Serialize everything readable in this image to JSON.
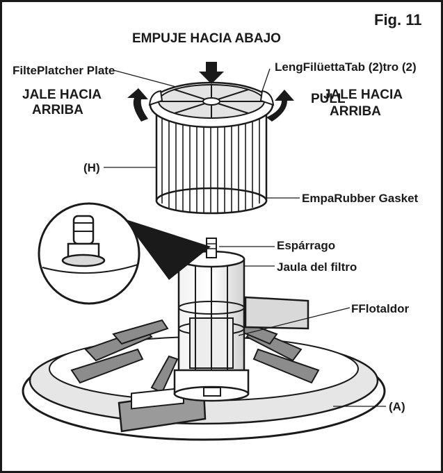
{
  "figure": {
    "number_label": "Fig. 11"
  },
  "labels": {
    "push_down": "EMPUJE HACIA ABAJO",
    "filter_plate_overlap": "FiltePlatcher Plate",
    "filter_tab_overlap": "LengFilüettaTab (2)",
    "filter_tab_suffix": "tro (2)",
    "pull_left_line1": "JALE HACIA",
    "pull_left_line2": "ARRIBA",
    "pull_right_english": "PULL",
    "pull_right_line1": "JALE HACIA",
    "pull_right_line2": "ARRIBA",
    "part_h": "(H)",
    "gasket_overlap": "EmpaRubber Gasket",
    "stud": "Espárrago",
    "filter_cage": "Jaula del filtro",
    "float_overlap": "FFlotaldor",
    "part_a": "(A)"
  },
  "colors": {
    "ink": "#1a1a1a",
    "paper": "#ffffff",
    "shade": "#8c8c8c",
    "light_shade": "#d9d9d9"
  }
}
